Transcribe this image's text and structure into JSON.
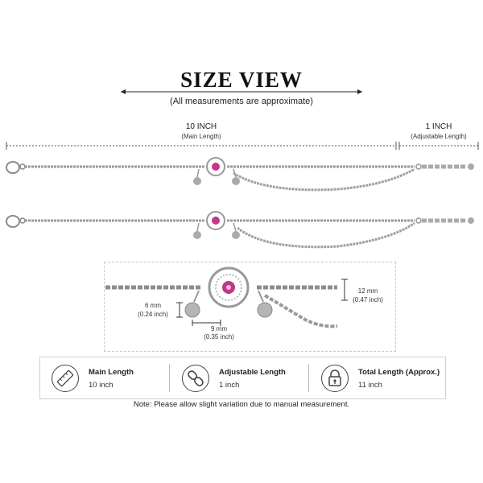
{
  "header": {
    "title": "SIZE VIEW",
    "subtitle": "(All measurements are approximate)"
  },
  "dimensions": {
    "main_length": "10 INCH",
    "main_length_sub": "(Main Length)",
    "adjustable_length": "1 INCH",
    "adjustable_length_sub": "(Adjustable Length)"
  },
  "detail": {
    "height_mm": "6 mm",
    "height_in": "(0.24 inch)",
    "width_mm": "9 mm",
    "width_in": "(0.35 inch)",
    "disc_mm": "12 mm",
    "disc_in": "(0.47 inch)"
  },
  "legend": [
    {
      "icon": "ruler-icon",
      "title": "Main Length",
      "value": "10 inch"
    },
    {
      "icon": "chain-link-icon",
      "title": "Adjustable Length",
      "value": "1 inch"
    },
    {
      "icon": "lock-icon",
      "title": "Total Length (Approx.)",
      "value": "11 inch"
    }
  ],
  "note": "Note: Please allow slight variation due to manual  measurement.",
  "colors": {
    "silver": "#b8b8b8",
    "silver_dark": "#8a8a8a",
    "gem_pink": "#c2378a",
    "text": "#222222"
  }
}
